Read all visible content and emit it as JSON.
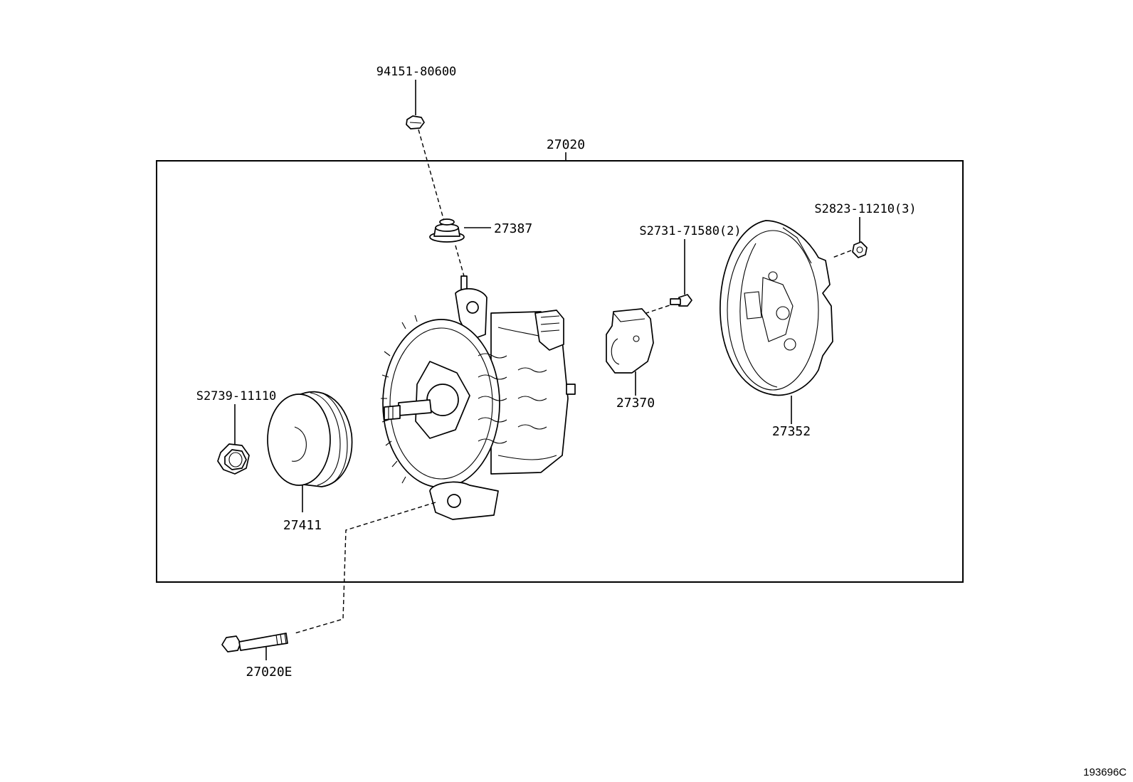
{
  "labels": {
    "p_94151": "94151-80600",
    "p_27020": "27020",
    "p_27387": "27387",
    "p_s2731": "S2731-71580(2)",
    "p_s2823": "S2823-11210(3)",
    "p_s2739": "S2739-11110",
    "p_27370": "27370",
    "p_27352": "27352",
    "p_27411": "27411",
    "p_27020e": "27020E",
    "ref_code": "193696C"
  }
}
